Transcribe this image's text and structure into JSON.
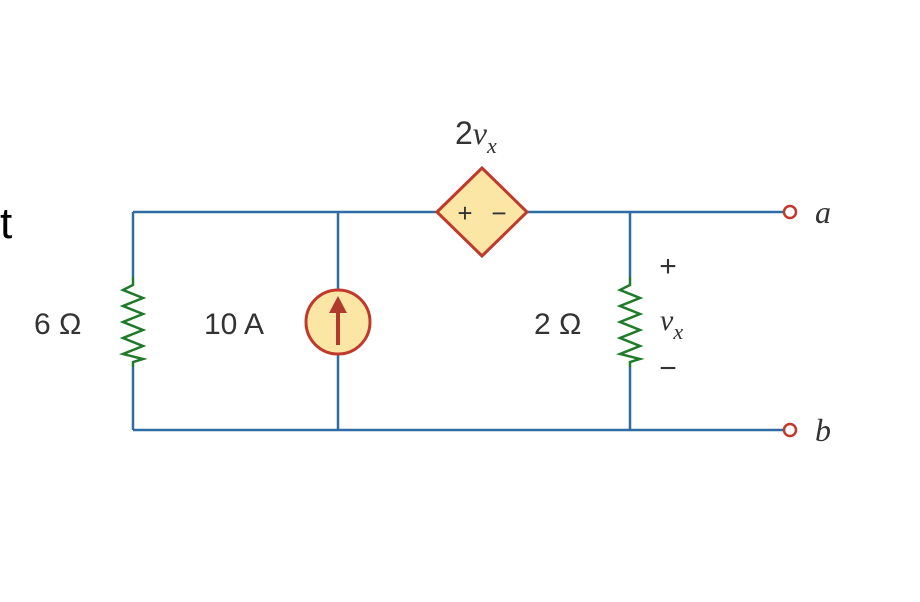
{
  "edge_fragment": "t",
  "colors": {
    "wire": "#2e6da4",
    "resistor": "#1f7a2a",
    "source_fill": "#fbe6a6",
    "source_stroke": "#c0392b",
    "arrow": "#b03a2e",
    "terminal": "#c0392b",
    "text": "#333333"
  },
  "resistor_left": {
    "label": "6 Ω"
  },
  "current_source": {
    "label": "10 A",
    "icon": "arrow-up-icon"
  },
  "dependent_source": {
    "label_base": "2",
    "label_var": "v",
    "label_sub": "x",
    "plus": "+",
    "minus": "−"
  },
  "resistor_right": {
    "label": "2 Ω"
  },
  "vx": {
    "plus": "+",
    "var": "v",
    "sub": "x",
    "minus": "−"
  },
  "terminals": {
    "a": "a",
    "b": "b"
  }
}
